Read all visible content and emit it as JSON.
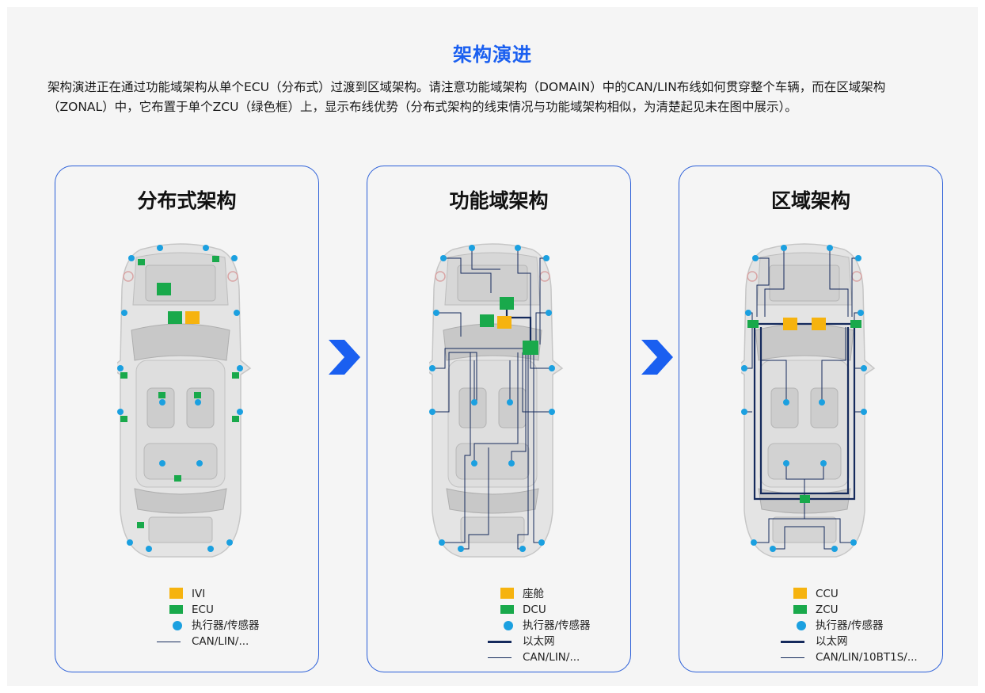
{
  "title": "架构演进",
  "intro": "架构演进正在通过功能域架构从单个ECU（分布式）过渡到区域架构。请注意功能域架构（DOMAIN）中的CAN/LIN布线如何贯穿整个车辆，而在区域架构（ZONAL）中，它布置于单个ZCU（绿色框）上，显示布线优势（分布式架构的线束情况与功能域架构相似，为清楚起见未在图中展示）。",
  "colors": {
    "accent": "#1a5ff0",
    "border": "#2a5ed8",
    "orange": "#f6b30f",
    "green": "#19a94b",
    "dot": "#1ba0e0",
    "wire": "#152a5c"
  },
  "panels": [
    {
      "title": "分布式架构",
      "legend": [
        {
          "type": "orange",
          "label": "IVI"
        },
        {
          "type": "green",
          "label": "ECU"
        },
        {
          "type": "dot",
          "label": "执行器/传感器"
        },
        {
          "type": "thin",
          "label": "CAN/LIN/..."
        }
      ]
    },
    {
      "title": "功能域架构",
      "legend": [
        {
          "type": "orange",
          "label": "座舱"
        },
        {
          "type": "green",
          "label": "DCU"
        },
        {
          "type": "dot",
          "label": "执行器/传感器"
        },
        {
          "type": "thick",
          "label": "以太网"
        },
        {
          "type": "thin",
          "label": "CAN/LIN/..."
        }
      ]
    },
    {
      "title": "区域架构",
      "legend": [
        {
          "type": "orange",
          "label": "CCU"
        },
        {
          "type": "green",
          "label": "ZCU"
        },
        {
          "type": "dot",
          "label": "执行器/传感器"
        },
        {
          "type": "thick",
          "label": "以太网"
        },
        {
          "type": "thin",
          "label": "CAN/LIN/10BT1S/..."
        }
      ]
    }
  ]
}
